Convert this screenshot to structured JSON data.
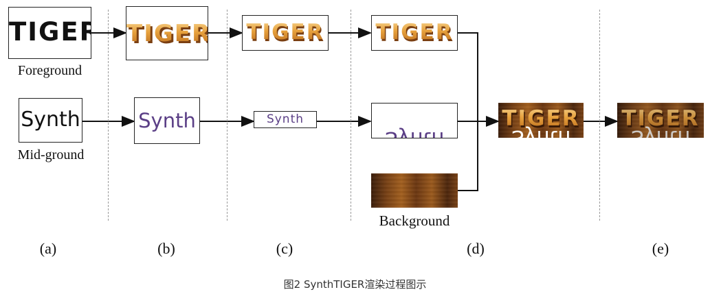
{
  "foreground": {
    "word": "TIGER",
    "label": "Foreground"
  },
  "midground": {
    "word": "Synth",
    "label": "Mid-ground"
  },
  "background": {
    "label": "Background"
  },
  "panels": [
    "(a)",
    "(b)",
    "(c)",
    "(d)",
    "(e)"
  ],
  "caption": "图2 SynthTIGER渲染过程图示",
  "colors": {
    "gold": "#e7a13d",
    "purple": "#5b3f86",
    "wood": "#7a4215"
  }
}
